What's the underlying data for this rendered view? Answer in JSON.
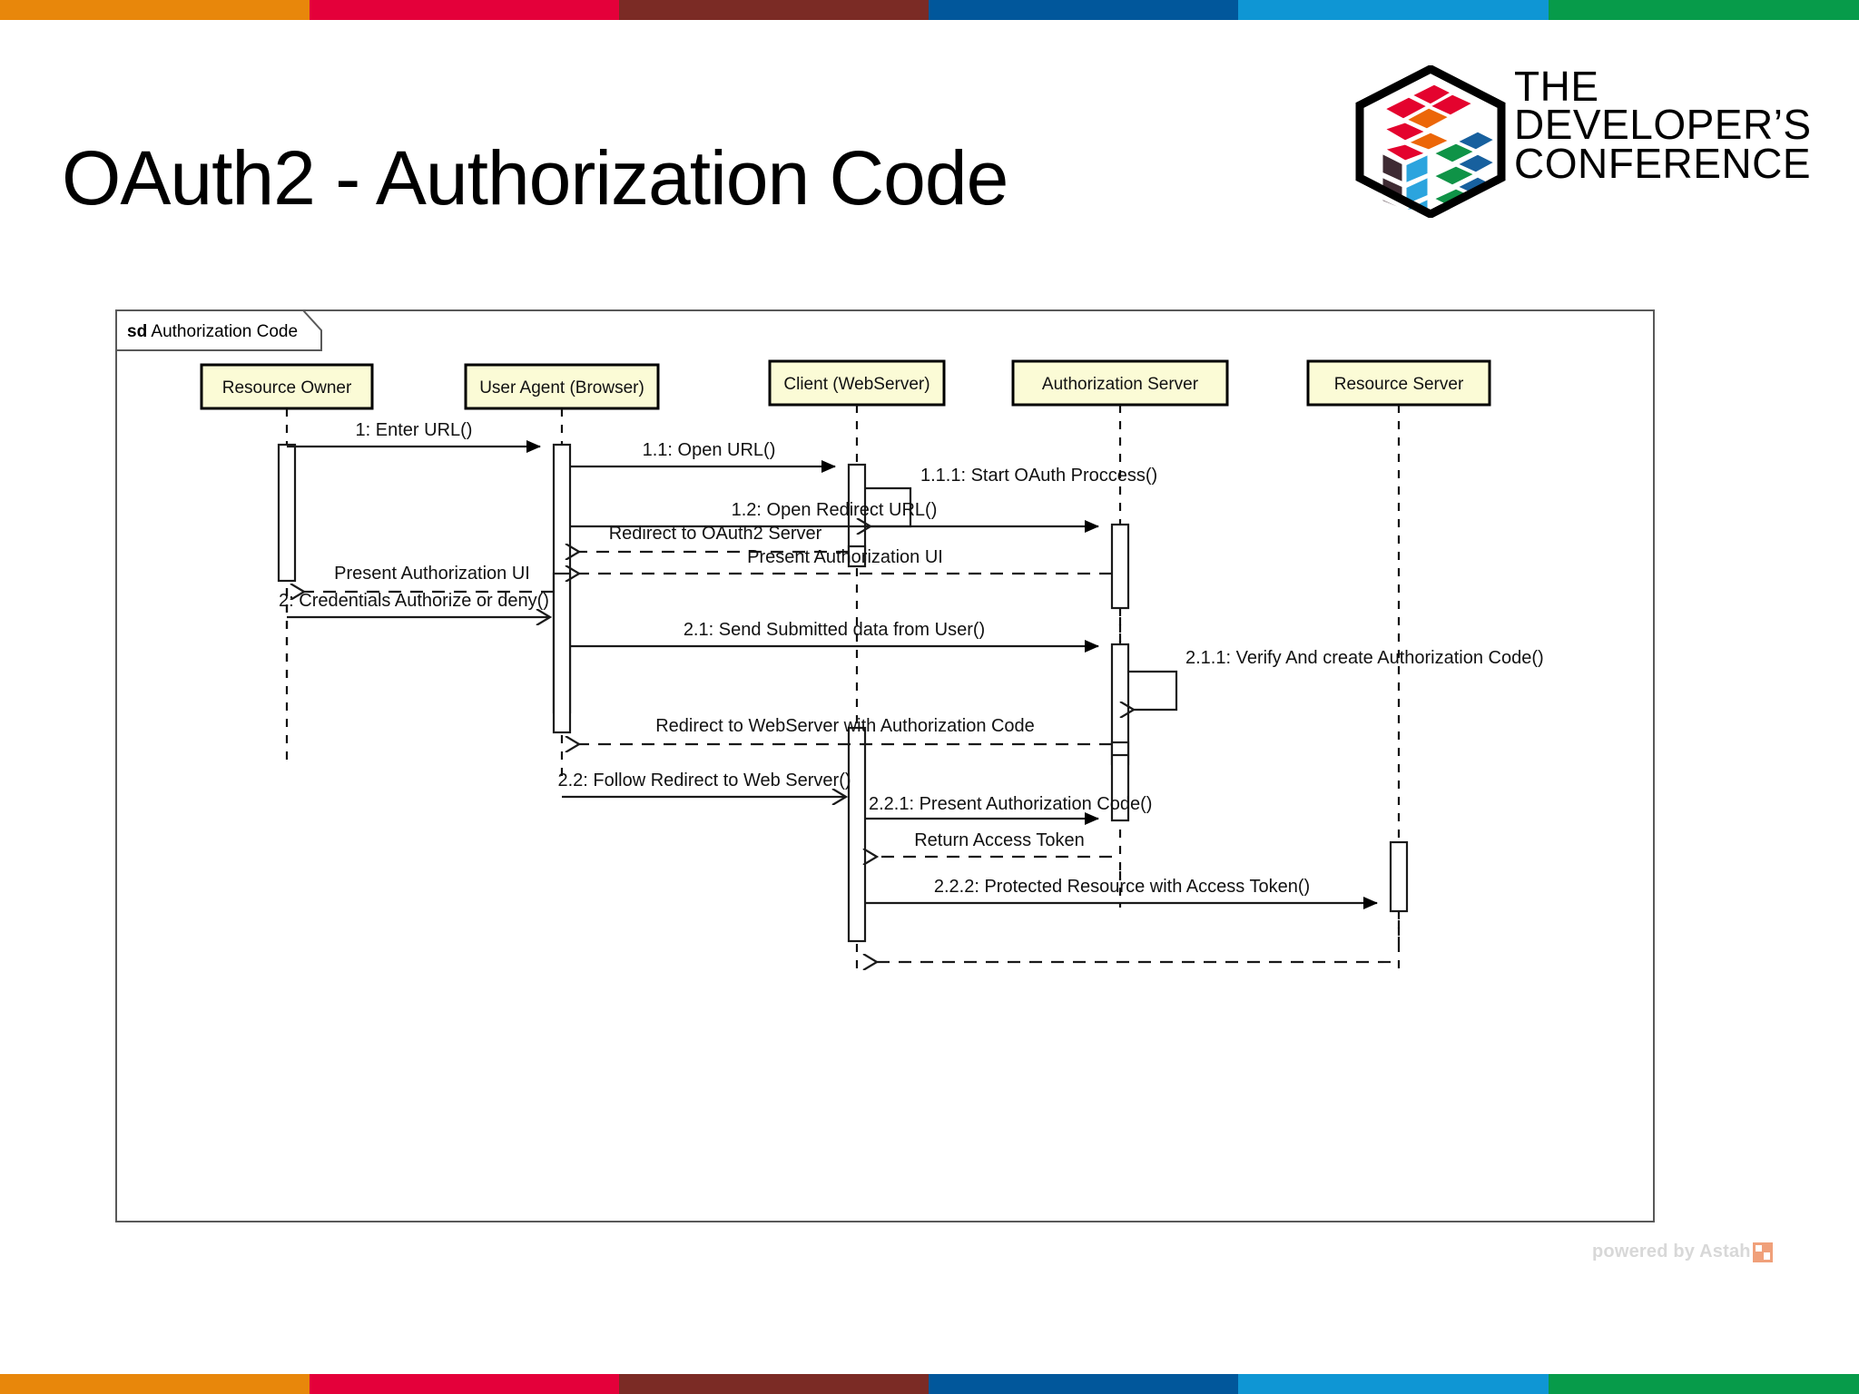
{
  "slide": {
    "title": "OAuth2 - Authorization Code",
    "watermark": "powered by Astah"
  },
  "brand": {
    "logo_line1": "THE",
    "logo_line2": "DEVELOPER’S",
    "logo_line3": "CONFERENCE",
    "logo_name": "the-developers-conference-logo"
  },
  "color_bands": {
    "top": [
      "#E8870B",
      "#E4003A",
      "#7B2B25",
      "#01579B",
      "#0F96D4",
      "#079B4A"
    ],
    "bottom": [
      "#E8870B",
      "#E4003A",
      "#7B2B25",
      "#01579B",
      "#0F96D4",
      "#079B4A"
    ]
  },
  "diagram": {
    "frame_keyword": "sd",
    "frame_name": "Authorization Code",
    "frame_label_full": "sd Authorization Code",
    "type": "uml-sequence-diagram",
    "lifelines": [
      {
        "id": "resource-owner",
        "label": "Resource Owner"
      },
      {
        "id": "user-agent",
        "label": "User Agent (Browser)"
      },
      {
        "id": "client-webserver",
        "label": "Client (WebServer)"
      },
      {
        "id": "authorization-server",
        "label": "Authorization Server"
      },
      {
        "id": "resource-server",
        "label": "Resource Server"
      }
    ],
    "messages": [
      {
        "seq": "1",
        "label": "1: Enter URL()",
        "from": "resource-owner",
        "to": "user-agent",
        "kind": "call"
      },
      {
        "seq": "1.1",
        "label": "1.1: Open URL()",
        "from": "user-agent",
        "to": "client-webserver",
        "kind": "call"
      },
      {
        "seq": "1.1.1",
        "label": "1.1.1: Start OAuth Proccess()",
        "from": "client-webserver",
        "to": "client-webserver",
        "kind": "self"
      },
      {
        "seq": "",
        "label": "Redirect to OAuth2 Server",
        "from": "client-webserver",
        "to": "user-agent",
        "kind": "return"
      },
      {
        "seq": "1.2",
        "label": "1.2: Open Redirect URL()",
        "from": "user-agent",
        "to": "authorization-server",
        "kind": "call"
      },
      {
        "seq": "",
        "label": "Present Authorization UI",
        "from": "authorization-server",
        "to": "user-agent",
        "kind": "return"
      },
      {
        "seq": "",
        "label": "Present Authorization UI",
        "from": "user-agent",
        "to": "resource-owner",
        "kind": "return"
      },
      {
        "seq": "2",
        "label": "2: Credentials Authorize or deny()",
        "from": "resource-owner",
        "to": "user-agent",
        "kind": "async"
      },
      {
        "seq": "2.1",
        "label": "2.1: Send Submitted data from User()",
        "from": "user-agent",
        "to": "authorization-server",
        "kind": "call"
      },
      {
        "seq": "2.1.1",
        "label": "2.1.1: Verify And create Authorization Code()",
        "from": "authorization-server",
        "to": "authorization-server",
        "kind": "self"
      },
      {
        "seq": "",
        "label": "Redirect to WebServer with Authorization Code",
        "from": "authorization-server",
        "to": "user-agent",
        "kind": "return"
      },
      {
        "seq": "2.2",
        "label": "2.2: Follow Redirect to Web Server()",
        "from": "user-agent",
        "to": "client-webserver",
        "kind": "async"
      },
      {
        "seq": "2.2.1",
        "label": "2.2.1: Present Authorization Code()",
        "from": "client-webserver",
        "to": "authorization-server",
        "kind": "call"
      },
      {
        "seq": "",
        "label": "Return Access Token",
        "from": "authorization-server",
        "to": "client-webserver",
        "kind": "return"
      },
      {
        "seq": "2.2.2",
        "label": "2.2.2: Protected Resource with Access Token()",
        "from": "client-webserver",
        "to": "resource-server",
        "kind": "call"
      },
      {
        "seq": "",
        "label": "",
        "from": "resource-server",
        "to": "client-webserver",
        "kind": "return"
      }
    ],
    "colors": {
      "lifeline_fill": "#FBFBD6",
      "lifeline_stroke": "#000000",
      "line": "#1A1A1A",
      "frame_stroke": "#595959"
    }
  }
}
